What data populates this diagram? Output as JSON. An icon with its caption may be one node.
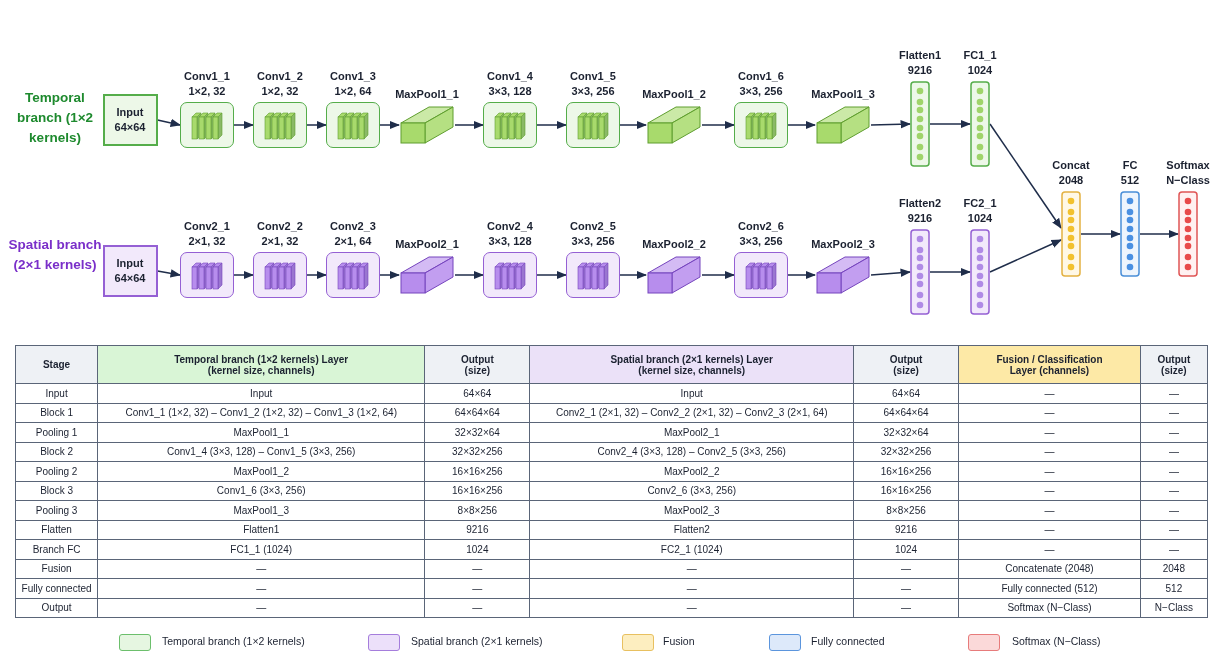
{
  "diagram": {
    "nodes": [
      {
        "text": [
          "Input",
          "64×64"
        ]
      },
      {
        "text": [
          "Conv1_1",
          "1×2, 32"
        ]
      },
      {
        "text": [
          "Conv1_2",
          "1×2, 32"
        ]
      },
      {
        "text": [
          "Conv1_3",
          "1×2, 64"
        ]
      },
      {
        "text": [
          "MaxPool1_1"
        ]
      },
      {
        "text": [
          "Conv1_4",
          "3×3, 128"
        ]
      },
      {
        "text": [
          "Conv1_5",
          "3×3, 256"
        ]
      },
      {
        "text": [
          "MaxPool1_2"
        ]
      },
      {
        "text": [
          "Conv1_6",
          "3×3, 256"
        ]
      },
      {
        "text": [
          "MaxPool1_3"
        ]
      },
      {
        "text": [
          "Flatten1",
          "9216"
        ]
      },
      {
        "text": [
          "FC1_1",
          "1024"
        ]
      },
      {
        "text": [
          "Input",
          "64×64"
        ]
      },
      {
        "text": [
          "Conv2_1",
          "2×1, 32"
        ]
      },
      {
        "text": [
          "Conv2_2",
          "2×1, 32"
        ]
      },
      {
        "text": [
          "Conv2_3",
          "2×1, 64"
        ]
      },
      {
        "text": [
          "MaxPool2_1"
        ]
      },
      {
        "text": [
          "Conv2_4",
          "3×3, 128"
        ]
      },
      {
        "text": [
          "Conv2_5",
          "3×3, 256"
        ]
      },
      {
        "text": [
          "MaxPool2_2"
        ]
      },
      {
        "text": [
          "Conv2_6",
          "3×3, 256"
        ]
      },
      {
        "text": [
          "MaxPool2_3"
        ]
      },
      {
        "text": [
          "Flatten2",
          "9216"
        ]
      },
      {
        "text": [
          "FC2_1",
          "1024"
        ]
      },
      {
        "text": [
          "Concat",
          "2048"
        ]
      },
      {
        "text": [
          "FC",
          "512"
        ]
      },
      {
        "text": [
          "Softmax",
          "N−Class"
        ]
      }
    ],
    "edges": [
      {
        "from": 0,
        "to": 1,
        "arrow": "to"
      },
      {
        "from": 1,
        "to": 2,
        "arrow": "to"
      },
      {
        "from": 2,
        "to": 3,
        "arrow": "to"
      },
      {
        "from": 3,
        "to": 4,
        "arrow": "to"
      },
      {
        "from": 4,
        "to": 5,
        "arrow": "to"
      },
      {
        "from": 5,
        "to": 6,
        "arrow": "to"
      },
      {
        "from": 6,
        "to": 7,
        "arrow": "to"
      },
      {
        "from": 7,
        "to": 8,
        "arrow": "to"
      },
      {
        "from": 8,
        "to": 9,
        "arrow": "to"
      },
      {
        "from": 9,
        "to": 10,
        "arrow": "to"
      },
      {
        "from": 10,
        "to": 11,
        "arrow": "to"
      },
      {
        "from": 12,
        "to": 13,
        "arrow": "to"
      },
      {
        "from": 13,
        "to": 14,
        "arrow": "to"
      },
      {
        "from": 14,
        "to": 15,
        "arrow": "to"
      },
      {
        "from": 15,
        "to": 16,
        "arrow": "to"
      },
      {
        "from": 16,
        "to": 17,
        "arrow": "to"
      },
      {
        "from": 17,
        "to": 18,
        "arrow": "to"
      },
      {
        "from": 18,
        "to": 19,
        "arrow": "to"
      },
      {
        "from": 19,
        "to": 20,
        "arrow": "to"
      },
      {
        "from": 20,
        "to": 21,
        "arrow": "to"
      },
      {
        "from": 21,
        "to": 22,
        "arrow": "to"
      },
      {
        "from": 22,
        "to": 23,
        "arrow": "to"
      },
      {
        "from": 11,
        "to": 24,
        "arrow": "to"
      },
      {
        "from": 23,
        "to": 24,
        "arrow": "to"
      },
      {
        "from": 24,
        "to": 25,
        "arrow": "to"
      },
      {
        "from": 25,
        "to": 26,
        "arrow": "to"
      }
    ],
    "labels": [
      "Temporal branch (1×2 kernels)",
      "Spatial branch (2×1 kernels)",
      "Stage",
      "Temporal branch (1×2 kernels) Layer (kernel size, channels)",
      "Output (size)",
      "Spatial branch (2×1 kernels) Layer (kernel size, channels)",
      "Output (size)",
      "Fusion / Classification Layer (channels)",
      "Output (size)",
      "Input",
      "Input",
      "64×64",
      "Input",
      "64×64",
      "—",
      "—",
      "Block 1",
      "Conv1_1 (1×2, 32) – Conv1_2 (1×2, 32) – Conv1_3 (1×2, 64)",
      "64×64×64",
      "Conv2_1 (2×1, 32) – Conv2_2 (2×1, 32) – Conv2_3 (2×1, 64)",
      "64×64×64",
      "—",
      "—",
      "Pooling 1",
      "MaxPool1_1",
      "32×32×64",
      "MaxPool2_1",
      "32×32×64",
      "—",
      "—",
      "Block 2",
      "Conv1_4 (3×3, 128) – Conv1_5 (3×3, 256)",
      "32×32×256",
      "Conv2_4 (3×3, 128) – Conv2_5 (3×3, 256)",
      "32×32×256",
      "—",
      "—",
      "Pooling 2",
      "MaxPool1_2",
      "16×16×256",
      "MaxPool2_2",
      "16×16×256",
      "—",
      "—",
      "Block 3",
      "Conv1_6 (3×3, 256)",
      "16×16×256",
      "Conv2_6 (3×3, 256)",
      "16×16×256",
      "—",
      "—",
      "Pooling 3",
      "MaxPool1_3",
      "8×8×256",
      "MaxPool2_3",
      "8×8×256",
      "—",
      "—",
      "Flatten",
      "Flatten1",
      "9216",
      "Flatten2",
      "9216",
      "—",
      "—",
      "Branch FC",
      "FC1_1 (1024)",
      "1024",
      "FC2_1 (1024)",
      "1024",
      "—",
      "—",
      "Fusion",
      "—",
      "—",
      "—",
      "—",
      "Concatenate (2048)",
      "2048",
      "Fully connected",
      "—",
      "—",
      "—",
      "—",
      "Fully connected (512)",
      "512",
      "Output",
      "—",
      "—",
      "—",
      "—",
      "Softmax (N−Class)",
      "N−Class"
    ],
    "legend": [
      {
        "text": "Temporal branch (1×2 kernels)",
        "color": "#e6f6e1"
      },
      {
        "text": "Spatial branch (2×1 kernels)",
        "color": "#ece0fa"
      },
      {
        "text": "Fusion",
        "color": "#fdeec0"
      },
      {
        "text": "Fully connected",
        "color": "#dde9fa"
      },
      {
        "text": "Softmax (N−Class)",
        "color": "#fbd9d9"
      }
    ]
  }
}
